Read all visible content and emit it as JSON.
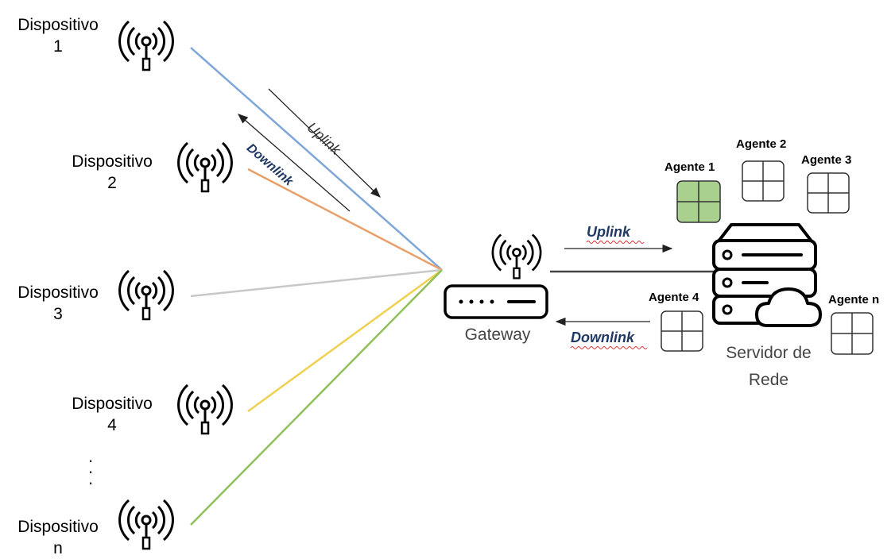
{
  "devices": [
    {
      "line1": "Dispositivo",
      "line2": "1",
      "line_color": "#7ea6d9"
    },
    {
      "line1": "Dispositivo",
      "line2": "2",
      "line_color": "#e8a06a"
    },
    {
      "line1": "Dispositivo",
      "line2": "3",
      "line_color": "#c8c8c8"
    },
    {
      "line1": "Dispositivo",
      "line2": "4",
      "line_color": "#f0d050"
    },
    {
      "line1": "Dispositivo",
      "line2": "n",
      "line_color": "#8fbf5a"
    }
  ],
  "ellipsis": ".\n.\n.",
  "gateway_label": "Gateway",
  "server_label_line1": "Servidor de",
  "server_label_line2": "Rede",
  "left_uplink_label": "Uplink",
  "left_downlink_label": "Downlink",
  "right_uplink_label": "Uplink",
  "right_downlink_label": "Downlink",
  "agents": {
    "a1": "Agente 1",
    "a2": "Agente 2",
    "a3": "Agente 3",
    "a4": "Agente 4",
    "an": "Agente n"
  },
  "colors": {
    "active_agent_fill": "#a9d08e",
    "link_label": "#1f3864"
  }
}
